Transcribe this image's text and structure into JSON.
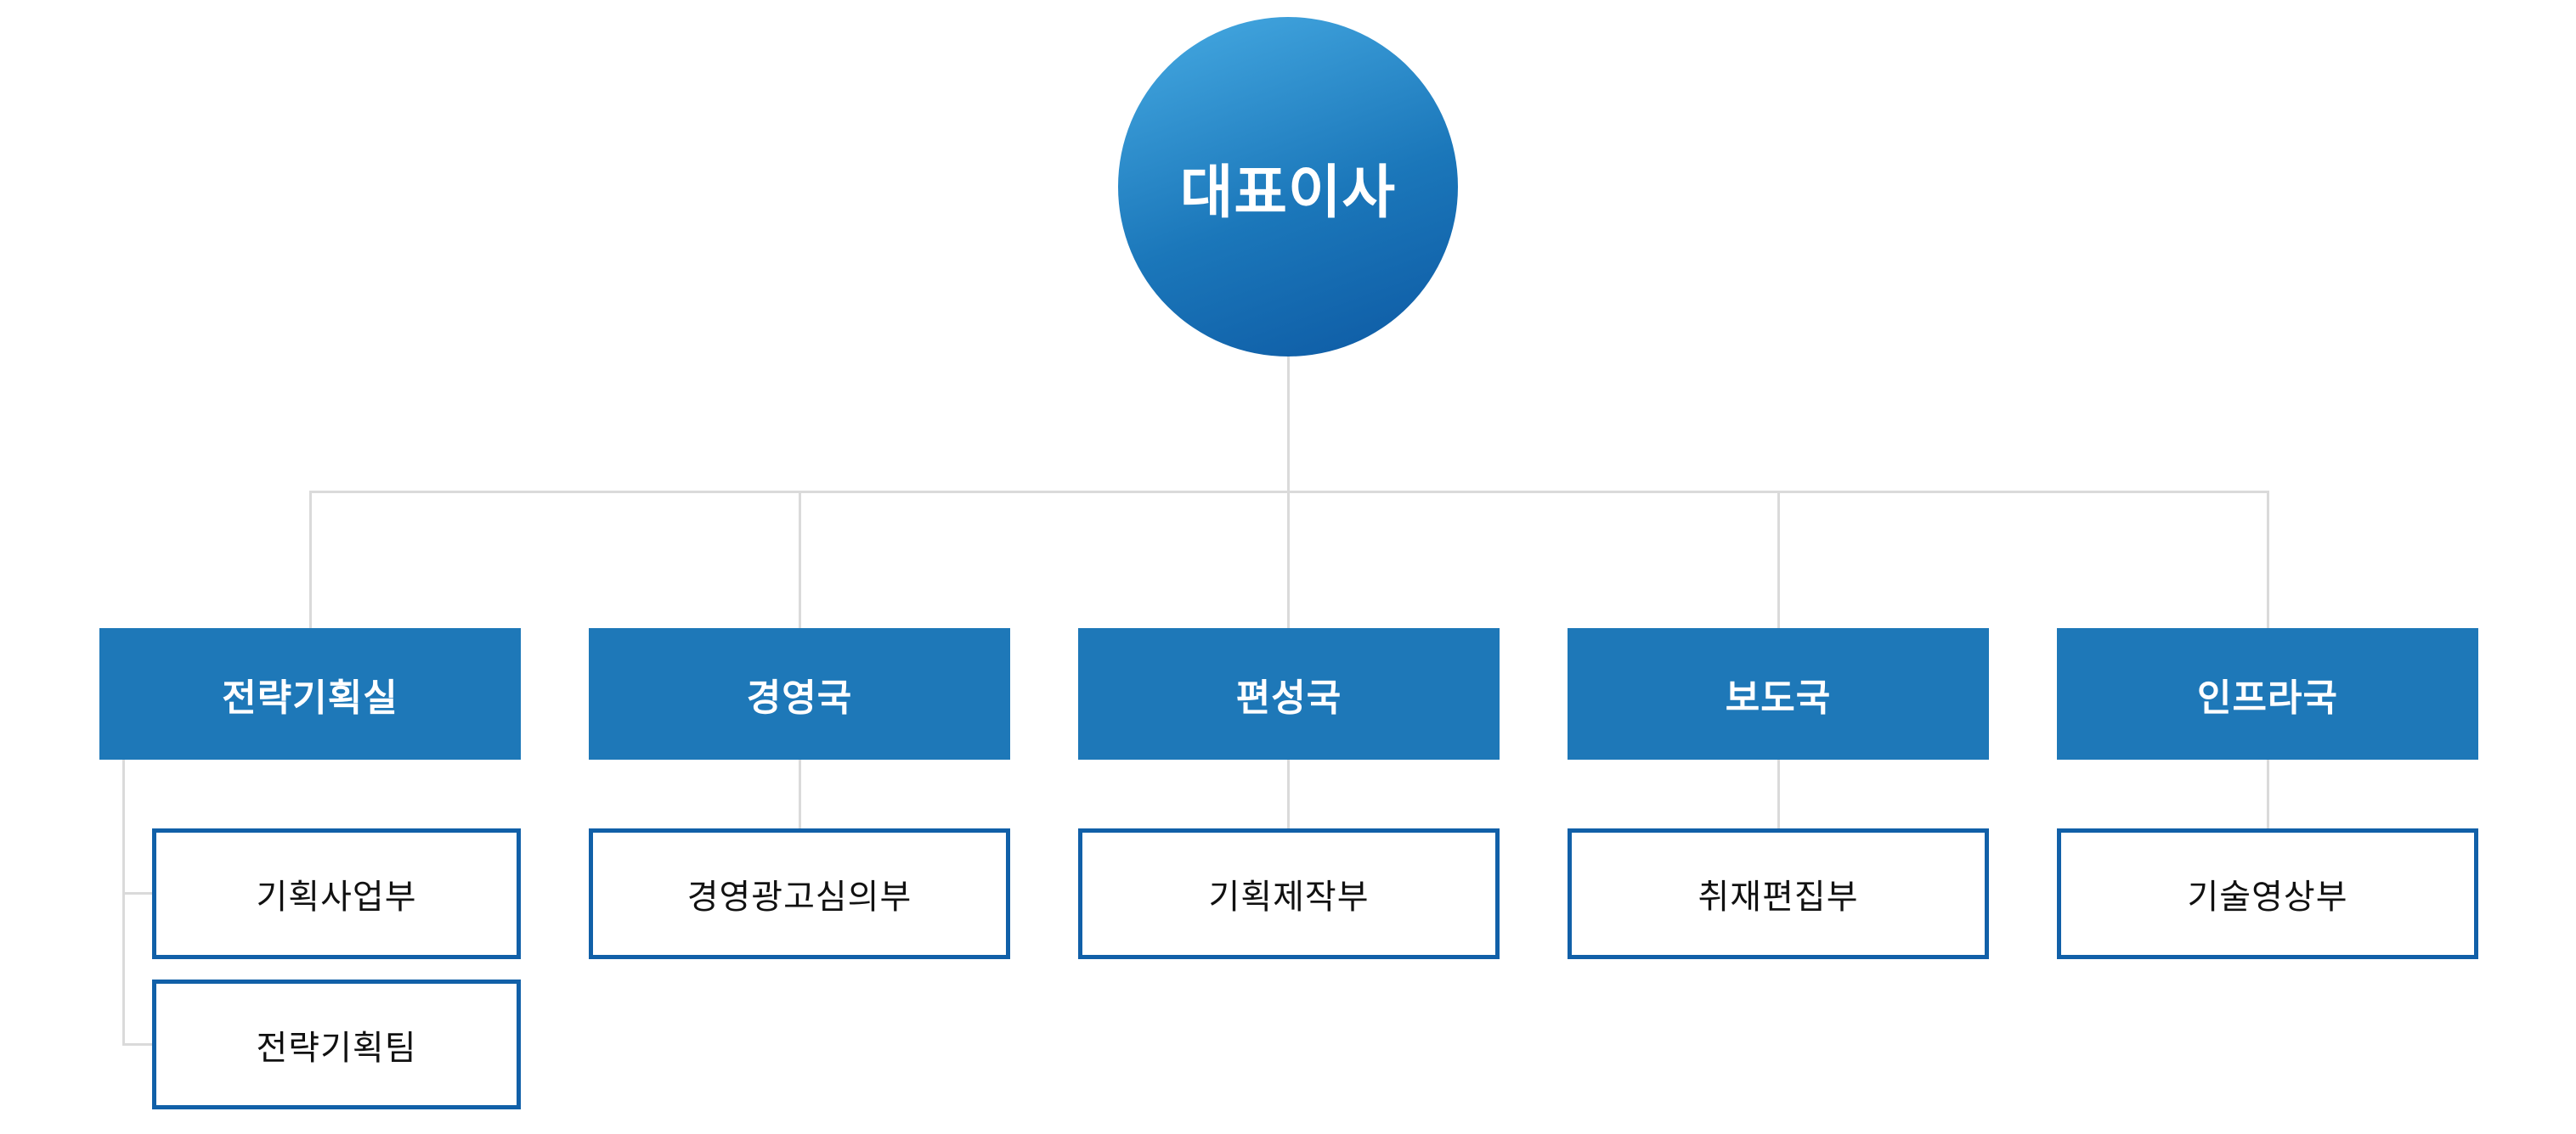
{
  "org_chart": {
    "root": {
      "label": "대표이사"
    },
    "departments": [
      {
        "label": "전략기획실",
        "children": [
          {
            "label": "기획사업부"
          },
          {
            "label": "전략기획팀"
          }
        ]
      },
      {
        "label": "경영국",
        "children": [
          {
            "label": "경영광고심의부"
          }
        ]
      },
      {
        "label": "편성국",
        "children": [
          {
            "label": "기획제작부"
          }
        ]
      },
      {
        "label": "보도국",
        "children": [
          {
            "label": "취재편집부"
          }
        ]
      },
      {
        "label": "인프라국",
        "children": [
          {
            "label": "기술영상부"
          }
        ]
      }
    ]
  },
  "colors": {
    "dept_fill_blue": "#1e78b8",
    "sub_border_blue": "#1160a8",
    "circle_gradient_top": "#47abe3",
    "circle_gradient_bottom": "#0d59a3",
    "connector_gray": "#dadada",
    "dept_text": "#ffffff",
    "sub_text": "#111111"
  }
}
